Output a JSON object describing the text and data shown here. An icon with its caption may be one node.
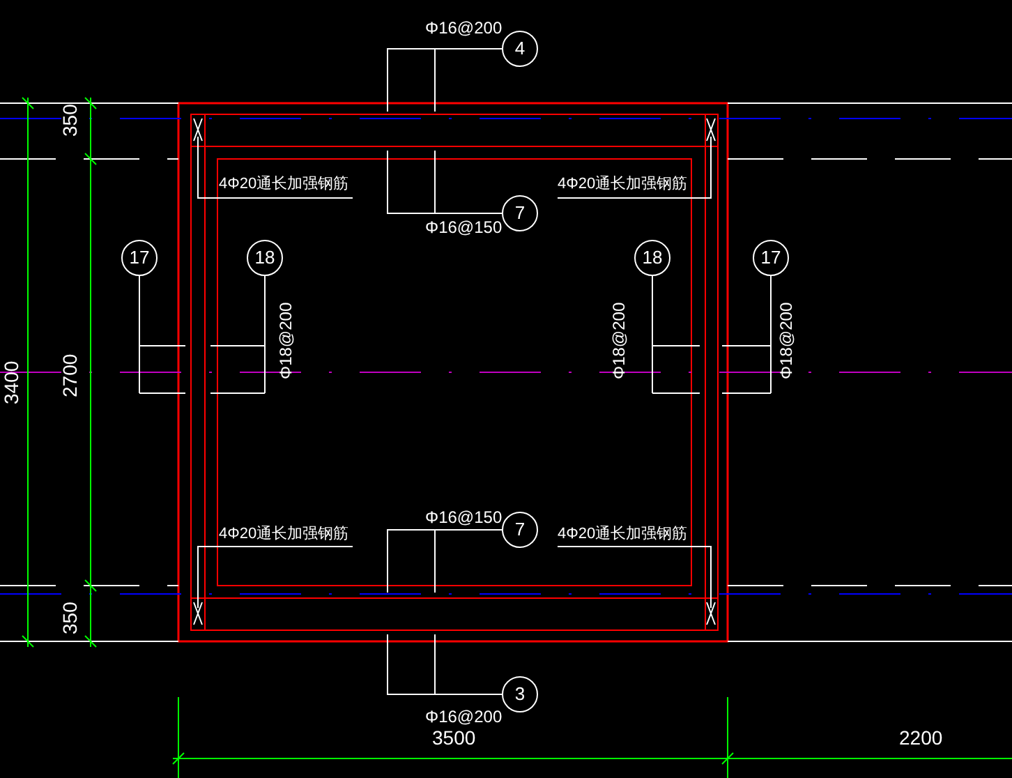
{
  "diagram": {
    "nodes": [
      {
        "text": [
          "4"
        ],
        "beside": [
          "Φ16@200"
        ]
      },
      {
        "text": [
          "7"
        ],
        "beside": [
          "Φ16@150"
        ]
      },
      {
        "text": [
          "17"
        ]
      },
      {
        "text": [
          "18"
        ],
        "beside": [
          "Φ18@200"
        ]
      },
      {
        "text": [
          "18"
        ],
        "beside": [
          "Φ18@200"
        ]
      },
      {
        "text": [
          "17"
        ],
        "beside": [
          "Φ18@200"
        ]
      },
      {
        "text": [
          "7"
        ],
        "beside": [
          "Φ16@150"
        ]
      },
      {
        "text": [
          "3"
        ],
        "beside": [
          "Φ16@200"
        ]
      },
      {
        "text": [
          "4Φ20通长加强钢筋"
        ]
      },
      {
        "text": [
          "4Φ20通长加强钢筋"
        ]
      },
      {
        "text": [
          "4Φ20通长加强钢筋"
        ]
      },
      {
        "text": [
          "4Φ20通长加强钢筋"
        ]
      }
    ],
    "edges": [
      {
        "from": 0,
        "to": null,
        "arrow": "none"
      },
      {
        "from": 1,
        "to": null,
        "arrow": "none"
      },
      {
        "from": 2,
        "to": null,
        "arrow": "none"
      },
      {
        "from": 3,
        "to": null,
        "arrow": "none"
      },
      {
        "from": 4,
        "to": null,
        "arrow": "none"
      },
      {
        "from": 5,
        "to": null,
        "arrow": "none"
      },
      {
        "from": 6,
        "to": null,
        "arrow": "none"
      },
      {
        "from": 7,
        "to": null,
        "arrow": "none"
      },
      {
        "from": 8,
        "to": null,
        "arrow": "none"
      },
      {
        "from": 9,
        "to": null,
        "arrow": "none"
      },
      {
        "from": 10,
        "to": null,
        "arrow": "none"
      },
      {
        "from": 11,
        "to": null,
        "arrow": "none"
      }
    ],
    "labels": [
      "350",
      "3400",
      "2700",
      "350",
      "3500",
      "2200"
    ]
  }
}
